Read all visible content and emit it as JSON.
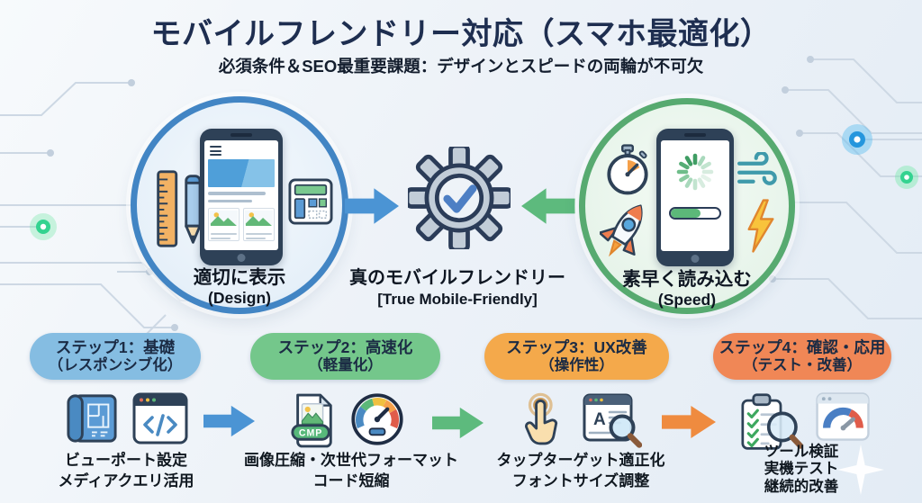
{
  "header": {
    "title": "モバイルフレンドリー対応（スマホ最適化）",
    "subtitle": "必須条件＆SEO最重要課題：デザインとスピードの両輪が不可欠"
  },
  "core": {
    "design": {
      "label": "適切に表示",
      "sublabel": "(Design)"
    },
    "true_mobile_friendly": {
      "label": "真のモバイルフレンドリー",
      "sublabel": "[True Mobile-Friendly]"
    },
    "speed": {
      "label": "素早く読み込む",
      "sublabel": "(Speed)"
    }
  },
  "steps": [
    {
      "pill_line1": "ステップ1：基礎",
      "pill_line2": "（レスポンシブ化）",
      "pill_color": "#85bde2",
      "captions": [
        "ビューポート設定",
        "メディアクエリ活用"
      ]
    },
    {
      "pill_line1": "ステップ2：高速化",
      "pill_line2": "（軽量化）",
      "pill_color": "#74c78b",
      "captions": [
        "画像圧縮・次世代フォーマット",
        "コード短縮"
      ]
    },
    {
      "pill_line1": "ステップ3：UX改善",
      "pill_line2": "（操作性）",
      "pill_color": "#f4a94b",
      "captions": [
        "タップターゲット適正化",
        "フォントサイズ調整"
      ]
    },
    {
      "pill_line1": "ステップ4：確認・応用",
      "pill_line2": "（テスト・改善）",
      "pill_color": "#f08756",
      "captions": [
        "ツール検証",
        "実機テスト",
        "継続的改善"
      ]
    }
  ],
  "icons": {
    "cmp_badge": "CMP",
    "font_letter": "A"
  },
  "colors": {
    "title": "#1e2e50",
    "design_ring": "#4285c4",
    "speed_ring": "#57aa70",
    "arrow_blue": "#4b94d4",
    "arrow_green": "#5dba7d",
    "arrow_orange": "#ef8b3f",
    "gear_body": "#c2cdd8",
    "check": "#4d7fc4"
  }
}
